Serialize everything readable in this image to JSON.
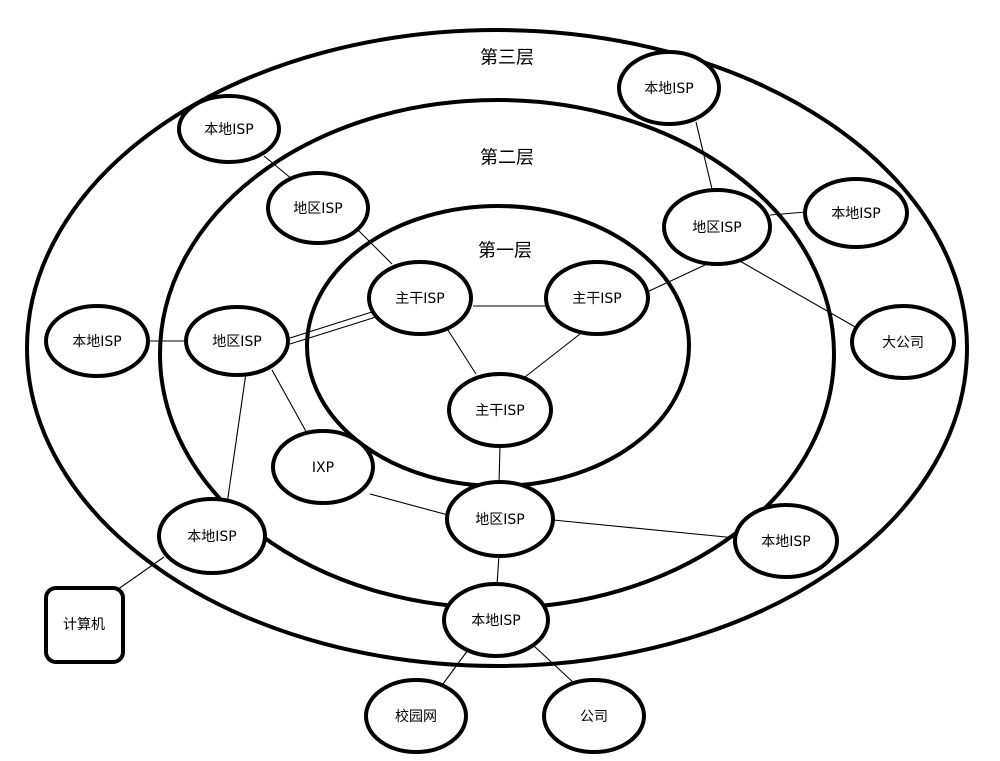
{
  "diagram": {
    "tiers": {
      "tier3": "第三层",
      "tier2": "第二层",
      "tier1": "第一层"
    },
    "nodes": {
      "backbone_left": "主干ISP",
      "backbone_right": "主干ISP",
      "backbone_bottom": "主干ISP",
      "regional_left": "地区ISP",
      "regional_topleft": "地区ISP",
      "regional_topright": "地区ISP",
      "regional_bottom": "地区ISP",
      "ixp": "IXP",
      "local_topleft": "本地ISP",
      "local_top": "本地ISP",
      "local_right": "本地ISP",
      "local_left": "本地ISP",
      "local_bottomleft": "本地ISP",
      "local_bottomright": "本地ISP",
      "local_bottom": "本地ISP",
      "large_company": "大公司",
      "computer": "计算机",
      "campus_network": "校园网",
      "company": "公司"
    }
  }
}
